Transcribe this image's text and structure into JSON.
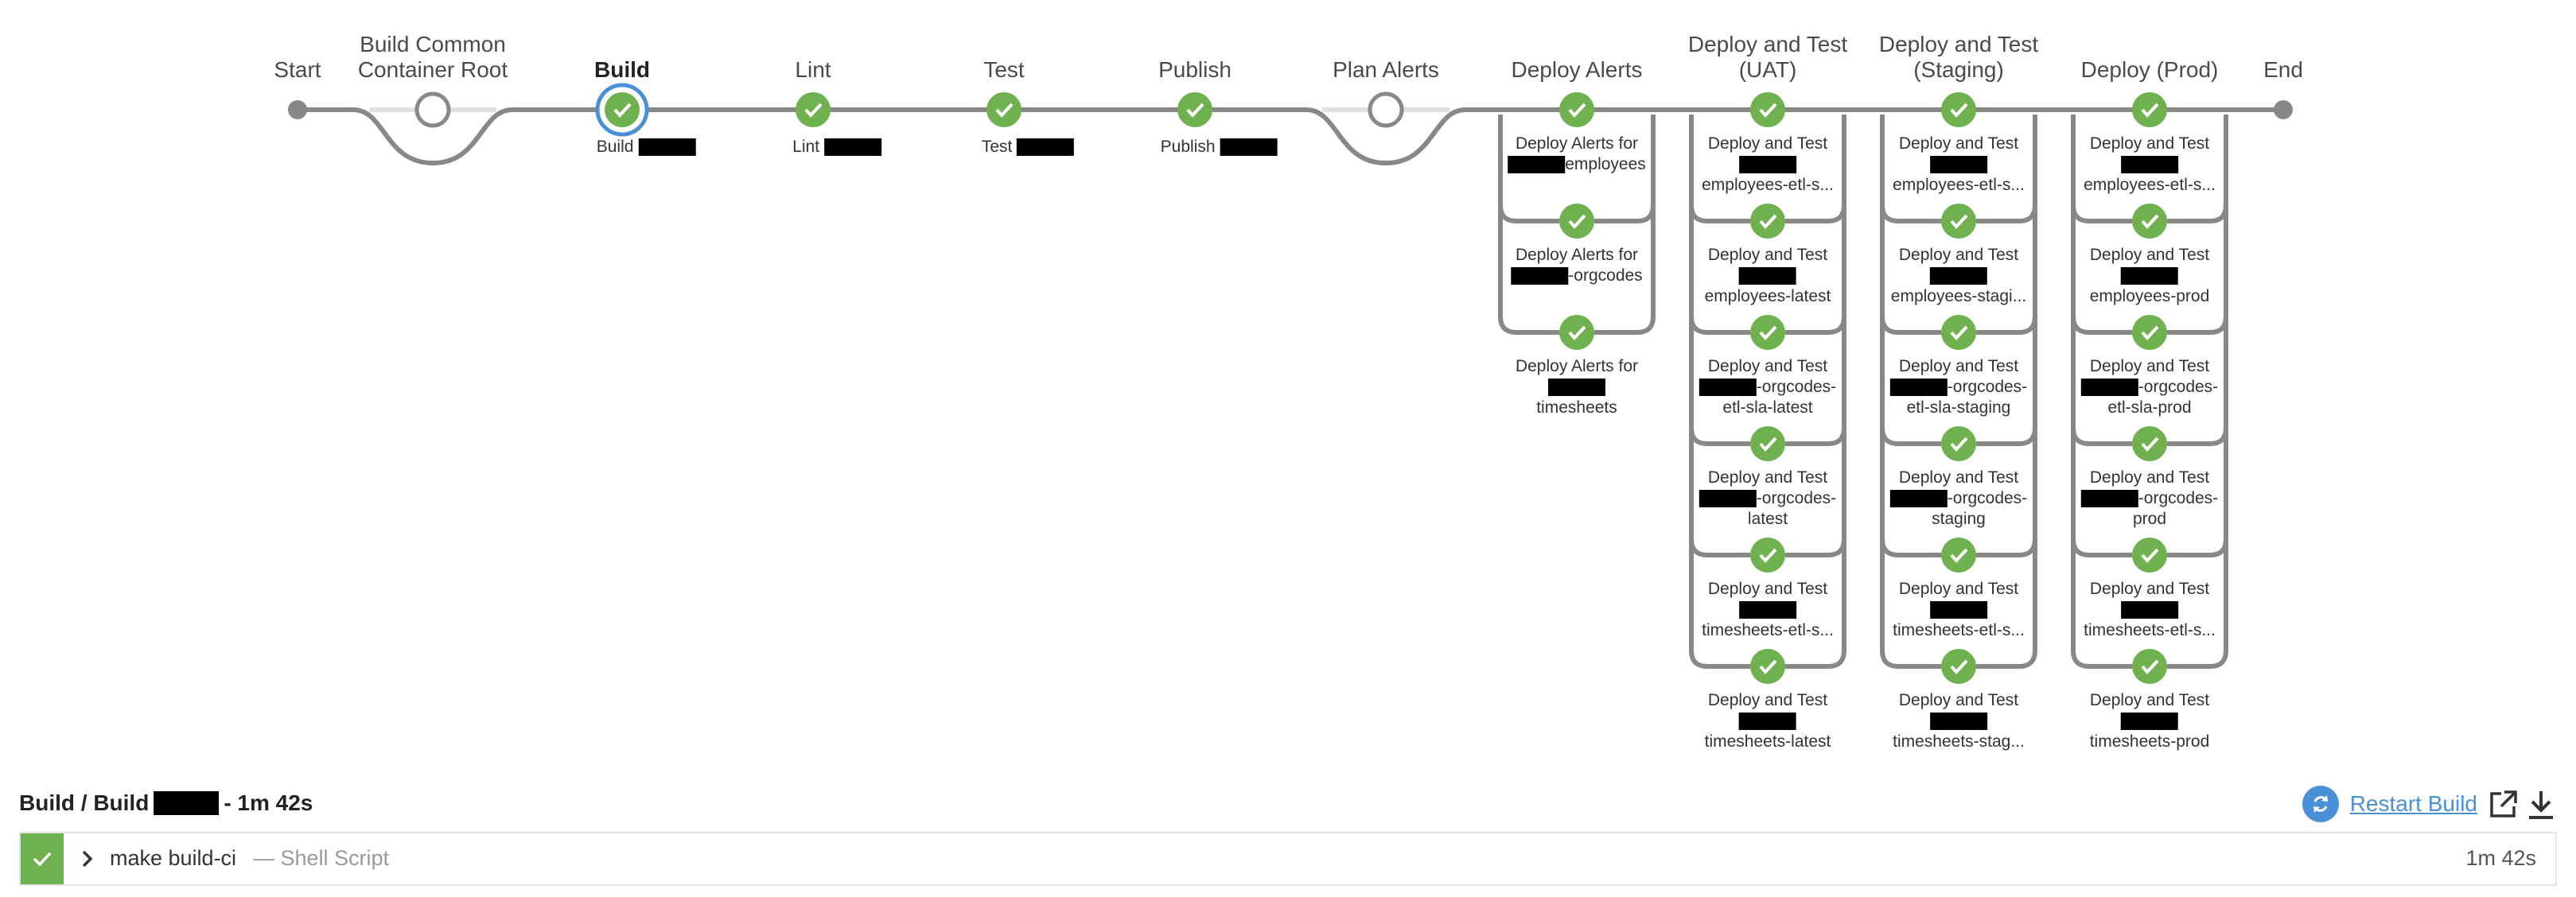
{
  "pipeline": {
    "stages": [
      {
        "key": "start",
        "title": "Start",
        "type": "terminal"
      },
      {
        "key": "bccr",
        "title": [
          "Build Common",
          "Container Root"
        ],
        "type": "skipped"
      },
      {
        "key": "build",
        "title": "Build",
        "type": "success",
        "selected": true,
        "sub": "Build"
      },
      {
        "key": "lint",
        "title": "Lint",
        "type": "success",
        "sub": "Lint"
      },
      {
        "key": "test",
        "title": "Test",
        "type": "success",
        "sub": "Test"
      },
      {
        "key": "publish",
        "title": "Publish",
        "type": "success",
        "sub": "Publish"
      },
      {
        "key": "planalerts",
        "title": "Plan Alerts",
        "type": "skipped"
      },
      {
        "key": "deployalerts",
        "title": "Deploy Alerts",
        "type": "parallel",
        "branches": [
          [
            "Deploy Alerts for",
            "[R]employees"
          ],
          [
            "Deploy Alerts for",
            "[R]-orgcodes"
          ],
          [
            "Deploy Alerts for",
            "[R]",
            "timesheets"
          ]
        ]
      },
      {
        "key": "uat",
        "title": [
          "Deploy and Test",
          "(UAT)"
        ],
        "type": "parallel",
        "branches": [
          [
            "Deploy and Test",
            "[R]",
            "employees-etl-s..."
          ],
          [
            "Deploy and Test",
            "[R]",
            "employees-latest"
          ],
          [
            "Deploy and Test",
            "[R]-orgcodes-",
            "etl-sla-latest"
          ],
          [
            "Deploy and Test",
            "[R]-orgcodes-",
            "latest"
          ],
          [
            "Deploy and Test",
            "[R]",
            "timesheets-etl-s..."
          ],
          [
            "Deploy and Test",
            "[R]",
            "timesheets-latest"
          ]
        ]
      },
      {
        "key": "staging",
        "title": [
          "Deploy and Test",
          "(Staging)"
        ],
        "type": "parallel",
        "branches": [
          [
            "Deploy and Test",
            "[R]",
            "employees-etl-s..."
          ],
          [
            "Deploy and Test",
            "[R]",
            "employees-stagi..."
          ],
          [
            "Deploy and Test",
            "[R]-orgcodes-",
            "etl-sla-staging"
          ],
          [
            "Deploy and Test",
            "[R]-orgcodes-",
            "staging"
          ],
          [
            "Deploy and Test",
            "[R]",
            "timesheets-etl-s..."
          ],
          [
            "Deploy and Test",
            "[R]",
            "timesheets-stag..."
          ]
        ]
      },
      {
        "key": "prod",
        "title": "Deploy (Prod)",
        "type": "parallel",
        "branches": [
          [
            "Deploy and Test",
            "[R]",
            "employees-etl-s..."
          ],
          [
            "Deploy and Test",
            "[R]",
            "employees-prod"
          ],
          [
            "Deploy and Test",
            "[R]-orgcodes-",
            "etl-sla-prod"
          ],
          [
            "Deploy and Test",
            "[R]-orgcodes-",
            "prod"
          ],
          [
            "Deploy and Test",
            "[R]",
            "timesheets-etl-s..."
          ],
          [
            "Deploy and Test",
            "[R]",
            "timesheets-prod"
          ]
        ]
      },
      {
        "key": "end",
        "title": "End",
        "type": "terminal"
      }
    ]
  },
  "log": {
    "title_prefix": "Build / Build",
    "title_suffix": "- 1m 42s",
    "restart_label": "Restart Build"
  },
  "step": {
    "name": "make build-ci",
    "type": "— Shell Script",
    "duration": "1m 42s"
  },
  "colors": {
    "success": "#6fb04f",
    "selected_ring": "#4a90d9",
    "line": "#888888",
    "line_light": "#e0e0e0"
  },
  "icons": [
    "check-icon",
    "restart-icon",
    "open-external-icon",
    "download-icon",
    "chevron-right-icon"
  ]
}
